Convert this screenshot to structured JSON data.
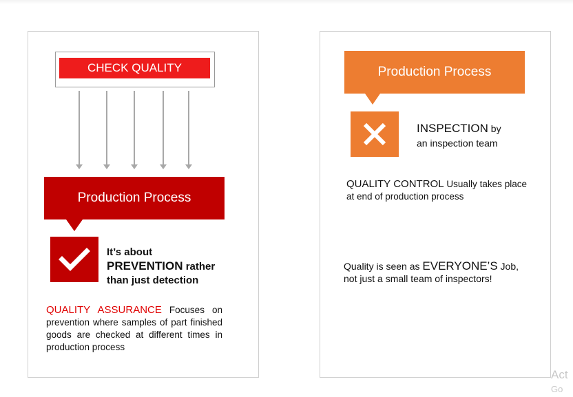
{
  "left_panel": {
    "check_quality_label": "CHECK QUALITY",
    "callout_title": "Production Process",
    "prevention": {
      "line1": "It’s about",
      "emphasis": "PREVENTION",
      "line2_rest": " rather",
      "line3": "than just detection"
    },
    "qa": {
      "lead": "QUALITY ASSURANCE",
      "body": " Focuses on prevention where samples of part finished goods are checked at different times in production process"
    },
    "icon": "checkmark-icon"
  },
  "right_panel": {
    "callout_title": "Production Process",
    "inspection": {
      "emphasis": "INSPECTION",
      "rest1": " by",
      "line2": "an inspection team"
    },
    "qc": {
      "lead": "QUALITY  CONTROL",
      "body": " Usually takes place at end of production process"
    },
    "everyone": {
      "prefix": "Quality is seen as ",
      "emphasis": "EVERYONE’S",
      "rest": " Job, not just a small team of inspectors!"
    },
    "icon": "x-mark-icon"
  },
  "watermark": {
    "line1": "Act",
    "line2": "Go"
  },
  "colors": {
    "red": "#c00000",
    "bright_red": "#ee1c1c",
    "orange": "#ed7d31"
  }
}
